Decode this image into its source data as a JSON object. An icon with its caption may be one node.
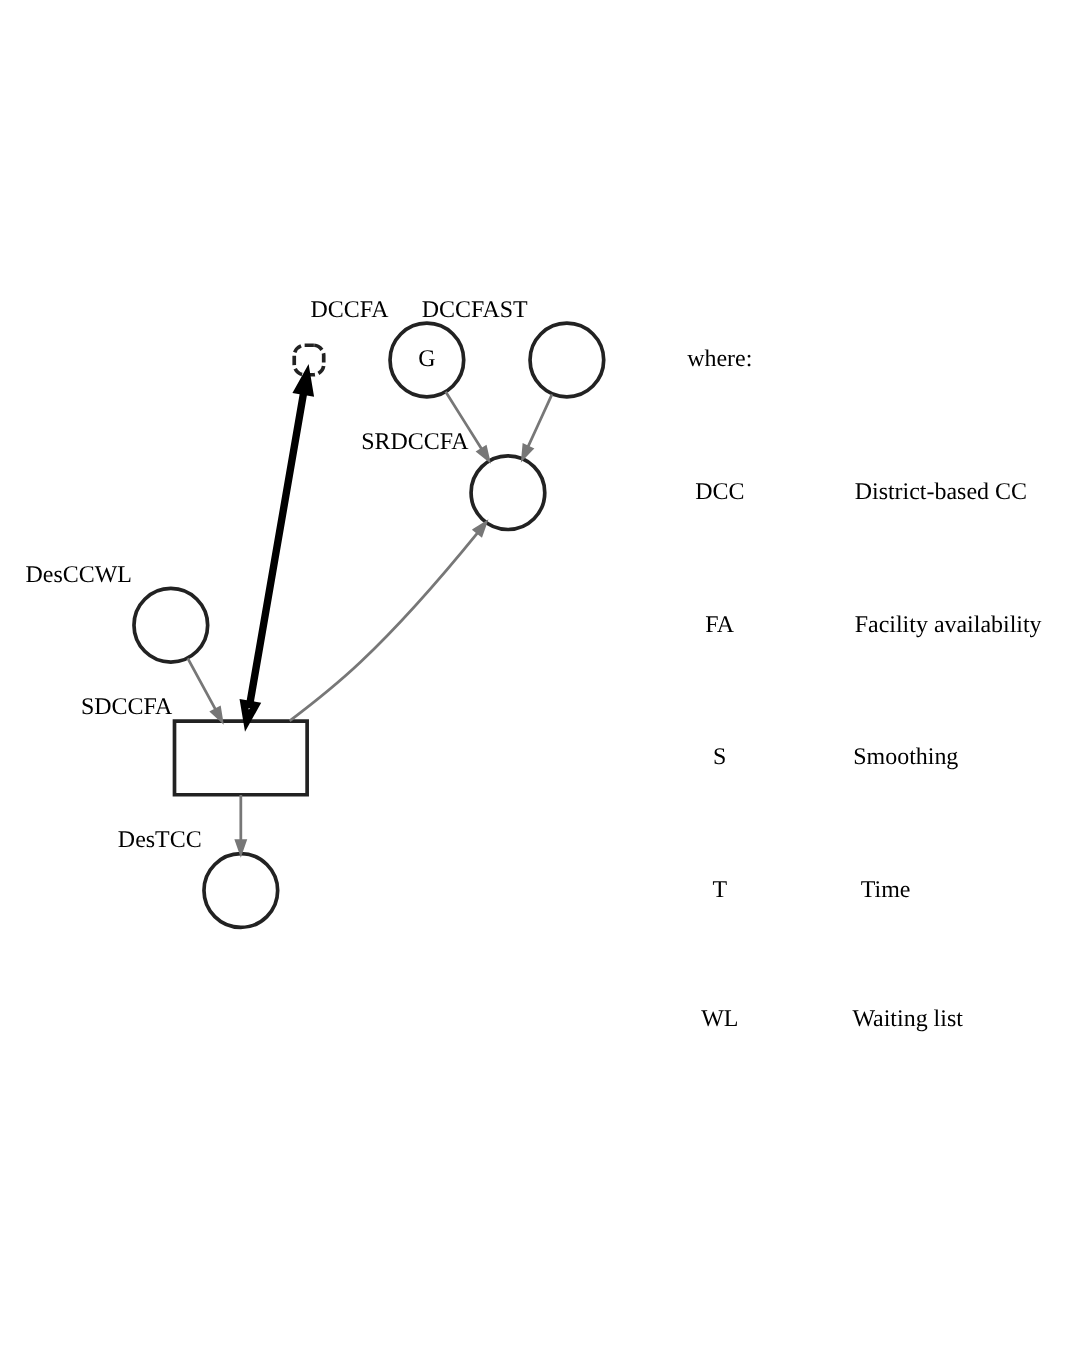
{
  "diagram": {
    "nodes": [
      {
        "text": [
          "DesCCWL"
        ]
      },
      {
        "text": [],
        "shape": "cloud"
      },
      {
        "text": [
          "G",
          "DCCFA"
        ]
      },
      {
        "text": [
          "SRDCCFA"
        ]
      },
      {
        "text": [
          "DCCFAST"
        ]
      },
      {
        "text": [
          "SDCCFA"
        ]
      },
      {
        "text": [
          "DesTCC"
        ]
      }
    ],
    "edges": [
      {
        "from": 1,
        "to": 5,
        "arrow": "both",
        "style": "thick",
        "color": "#000000"
      },
      {
        "from": 0,
        "to": 5,
        "arrow": "to"
      },
      {
        "from": 2,
        "to": 3,
        "arrow": "to"
      },
      {
        "from": 4,
        "to": 3,
        "arrow": "to"
      },
      {
        "from": 5,
        "to": 3,
        "arrow": "to"
      },
      {
        "from": 5,
        "to": 6,
        "arrow": "to"
      }
    ],
    "labels": [
      "where:",
      "DCC",
      "District-based CC",
      "FA",
      "Facility availability",
      "S",
      "Smoothing",
      "T",
      "Time",
      "WL",
      "Waiting list"
    ]
  }
}
